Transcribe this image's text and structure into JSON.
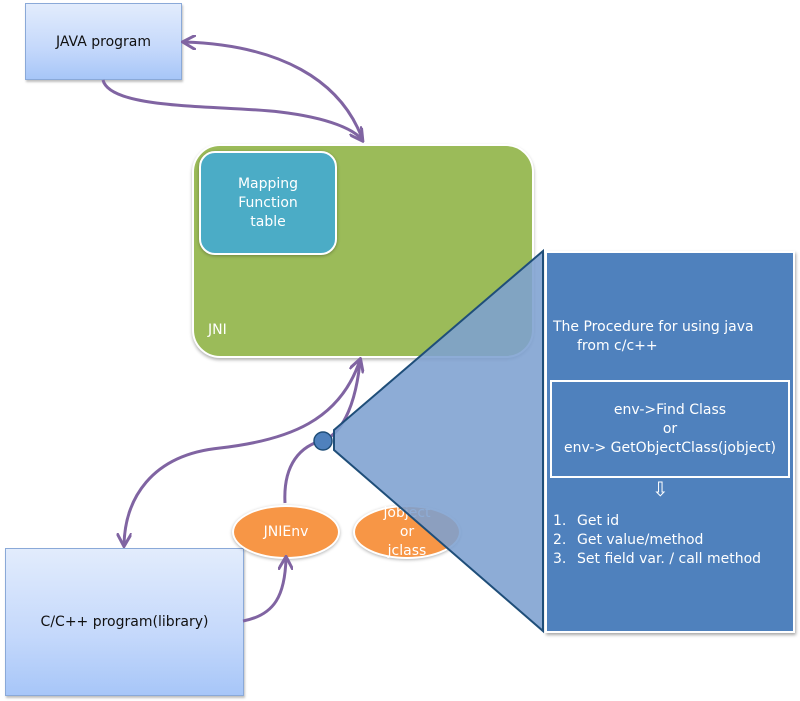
{
  "diagram": {
    "java_box": {
      "label": "JAVA program"
    },
    "cpp_box": {
      "label": "C/C++ program(library)"
    },
    "jni_box": {
      "label": "JNI"
    },
    "mapping_box": {
      "lines": [
        "Mapping",
        "Function",
        "table"
      ]
    },
    "jnienv_ellipse": {
      "label": "JNIEnv"
    },
    "jobject_ellipse": {
      "lines": [
        "jobject",
        "or",
        "jclass"
      ]
    },
    "procedure_panel": {
      "title_line1": "The Procedure for using java",
      "title_line2": "from c/c++",
      "inner_lines": [
        "env->Find Class",
        "or",
        "env-> GetObjectClass(jobject)"
      ],
      "arrow_glyph": "⇩",
      "steps": [
        {
          "num": "1.",
          "text": "Get id"
        },
        {
          "num": "2.",
          "text": "Get value/method"
        },
        {
          "num": "3.",
          "text": "Set field var. / call method"
        }
      ]
    },
    "colors": {
      "arrow": "#8064a2",
      "jni_green": "#9bbb59",
      "mapping_teal": "#4bacc6",
      "ellipse_orange": "#f79646",
      "panel_blue": "#4f81bd",
      "callout_blue": "#7da0d0",
      "node_blue": "#4f81bd"
    }
  }
}
